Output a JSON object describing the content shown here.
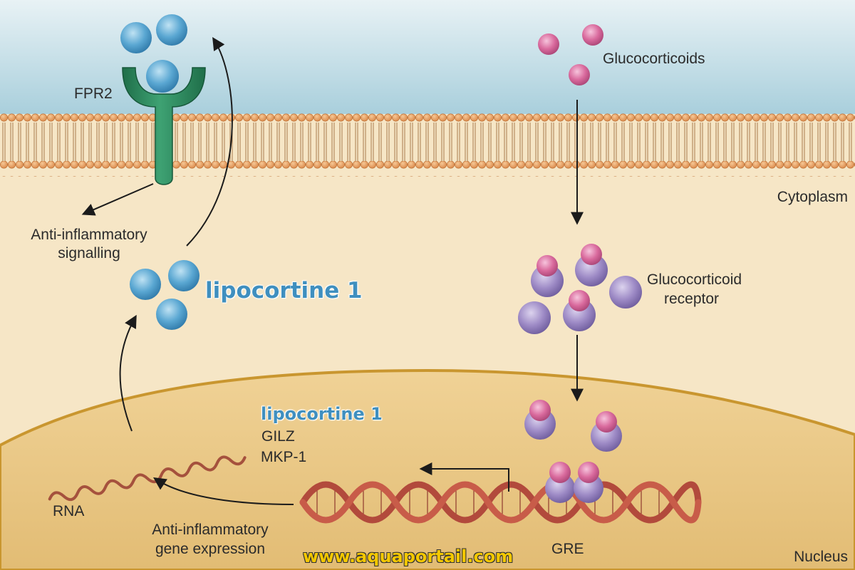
{
  "labels": {
    "fpr2": "FPR2",
    "glucocorticoids": "Glucocorticoids",
    "cytoplasm": "Cytoplasm",
    "anti_inflammatory_signalling_line1": "Anti-inflammatory",
    "anti_inflammatory_signalling_line2": "signalling",
    "lipocortine_main": "lipocortine 1",
    "glucocorticoid_receptor_line1": "Glucocorticoid",
    "glucocorticoid_receptor_line2": "receptor",
    "lipocortine_small": "lipocortine 1",
    "gilz": "GILZ",
    "mkp1": "MKP-1",
    "rna": "RNA",
    "gene_expression_line1": "Anti-inflammatory",
    "gene_expression_line2": "gene expression",
    "gre": "GRE",
    "nucleus": "Nucleus",
    "watermark": "www.aquaportail.com"
  },
  "colors": {
    "extracellular_top": "#a9cfdc",
    "cytoplasm": "#f6e6c6",
    "membrane_head": "#e39a5b",
    "receptor_green": "#2a8a5e",
    "lipocortin_blue": "#5aa7d2",
    "glucocorticoid_pink": "#d96a9d",
    "gr_purple": "#9e8bc6",
    "nucleus_fill": "#ebc985",
    "dna_strand": "#b24a3c",
    "highlight_blue": "#3f8fbf",
    "watermark_yellow": "#f4c800"
  }
}
